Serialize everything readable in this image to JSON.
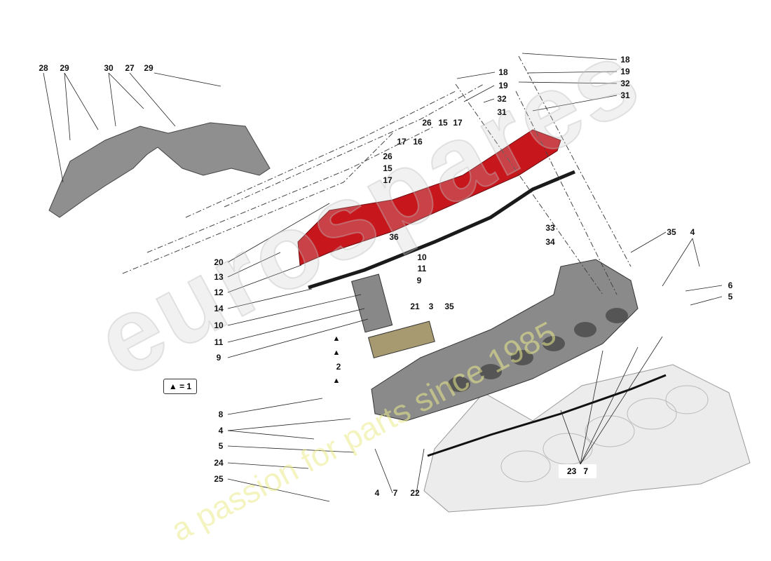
{
  "watermark": {
    "brand": "eurospares",
    "tagline": "a passion for parts since 1985"
  },
  "legend": {
    "text": "▲ = 1"
  },
  "colors": {
    "valve_cover": "#c8161d",
    "gasket": "#1a1a1a",
    "head": "#8a8a8a",
    "block": "#e6e6e6"
  },
  "labels": {
    "l28": "28",
    "l29a": "29",
    "l30": "30",
    "l27": "27",
    "l29b": "29",
    "l18a": "18",
    "l18b": "18",
    "l19a": "19",
    "l19b": "19",
    "l32a": "32",
    "l32b": "32",
    "l31a": "31",
    "l31b": "31",
    "l26a": "26",
    "l15a": "15",
    "l17a": "17",
    "l17b": "17",
    "l16": "16",
    "l26b": "26",
    "l15b": "15",
    "l17c": "17",
    "l33": "33",
    "l34": "34",
    "l35a": "35",
    "l4a": "4",
    "l36": "36",
    "l20": "20",
    "l13": "13",
    "l12": "12",
    "l14": "14",
    "l10a": "10",
    "l11a": "11",
    "l9a": "9",
    "l10b": "10",
    "l11b": "11",
    "l9b": "9",
    "l21": "21",
    "l3": "3",
    "l35b": "35",
    "l6": "6",
    "l5a": "5",
    "l2": "2",
    "l8": "8",
    "l4b": "4",
    "l5b": "5",
    "l24": "24",
    "l25": "25",
    "l4c": "4",
    "l7a": "7",
    "l22": "22",
    "l23": "23",
    "l7b": "7"
  },
  "triangle_marker": "▲"
}
